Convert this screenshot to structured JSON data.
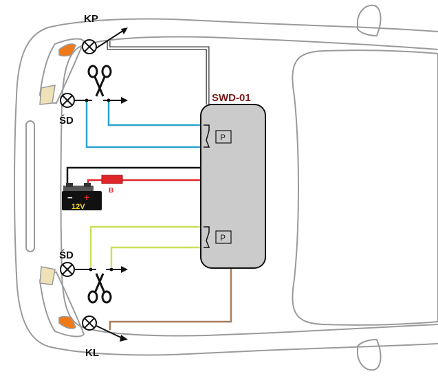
{
  "module": {
    "name": "SWD-01",
    "relay_top": "P",
    "relay_bottom": "P"
  },
  "labels": {
    "kp": "KP",
    "sd_top": "ŚD",
    "sd_bottom": "ŚD",
    "kl": "KL"
  },
  "battery": {
    "voltage": "12V",
    "minus": "−",
    "plus": "+"
  },
  "fuse": {
    "label": "B"
  },
  "colors": {
    "car_outline": "#9a9a9a",
    "module_fill": "#cbcbcb",
    "module_title": "#7a1a1a",
    "wire_blue": "#2aa3cf",
    "wire_yellowgreen": "#c8e05a",
    "wire_red": "#e0252a",
    "wire_brown": "#a97b5b",
    "wire_black": "#111111",
    "indicator_orange": "#f07a1a",
    "headlight_cream": "#efe2b8",
    "battery_body": "#111111",
    "battery_text": "#f5d623"
  }
}
